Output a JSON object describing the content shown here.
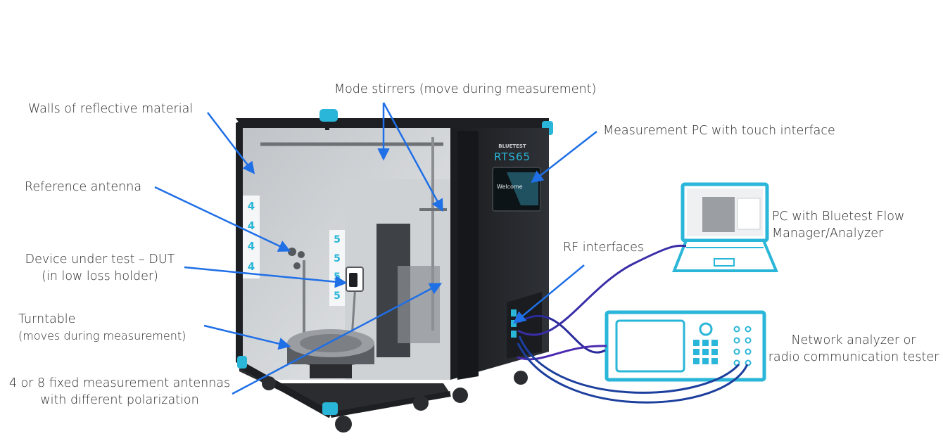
{
  "labels": {
    "walls": "Walls of reflective material",
    "mode_stirrers": "Mode stirrers (move during measurement)",
    "measurement_pc": "Measurement PC with touch interface",
    "reference_antenna": "Reference antenna",
    "dut_line1": "Device under test – DUT",
    "dut_line2": "(in low loss holder)",
    "pc_flow_line1": "PC with Bluetest Flow",
    "pc_flow_line2": "Manager/Analyzer",
    "rf_interfaces": "RF interfaces",
    "turntable_line1": "Turntable",
    "turntable_line2": "(moves during measurement)",
    "network_line1": "Network analyzer or",
    "network_line2": "radio communication tester",
    "fixed_antennas_line1": "4 or 8 fixed measurement antennas",
    "fixed_antennas_line2": "with different polarization"
  },
  "device": {
    "brand": "BLUETEST",
    "model": "RTS65",
    "screen_text": "Welcome",
    "antenna_numbers_left": [
      "4",
      "4",
      "4",
      "4"
    ],
    "antenna_numbers_right": [
      "5",
      "5",
      "5",
      "5"
    ]
  },
  "colors": {
    "arrow": "#1f6fe6",
    "accent": "#29b6d8",
    "cable": "#1c3f9e"
  }
}
